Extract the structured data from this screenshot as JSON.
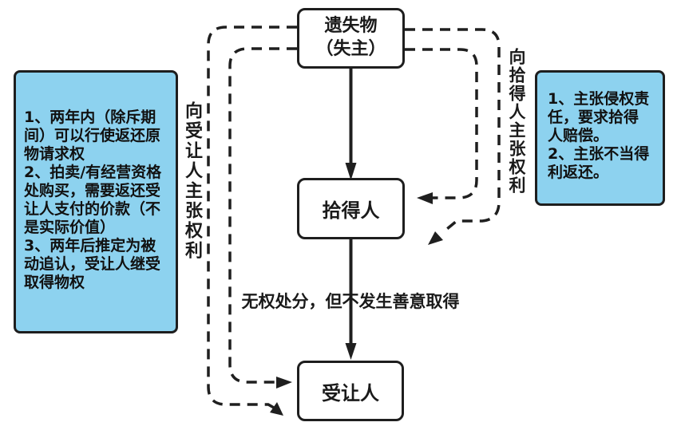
{
  "nodes": {
    "lost_item": {
      "line1": "遗失物",
      "line2": "（失主）"
    },
    "finder": {
      "label": "拾得人"
    },
    "transferee": {
      "label": "受让人"
    }
  },
  "edge_labels": {
    "claim_against_transferee": "向受让人主张权利",
    "claim_against_finder": "向拾得人主张权利",
    "unauthorized_disposal": "无权处分，但不发生善意取得"
  },
  "notes": {
    "left": {
      "items": [
        "1、两年内（除斥期间）可以行使返还原物请求权",
        "2、拍卖/有经营资格处购买，需要返还受让人支付的价款（不是实际价值）",
        "3、两年后推定为被动追认，受让人继受取得物权"
      ]
    },
    "right": {
      "items": [
        "1、主张侵权责任，要求拾得人赔偿。",
        "2、主张不当得利返还。"
      ]
    }
  },
  "colors": {
    "note_fill": "#8dd2ef",
    "line": "#1f1f1f"
  }
}
